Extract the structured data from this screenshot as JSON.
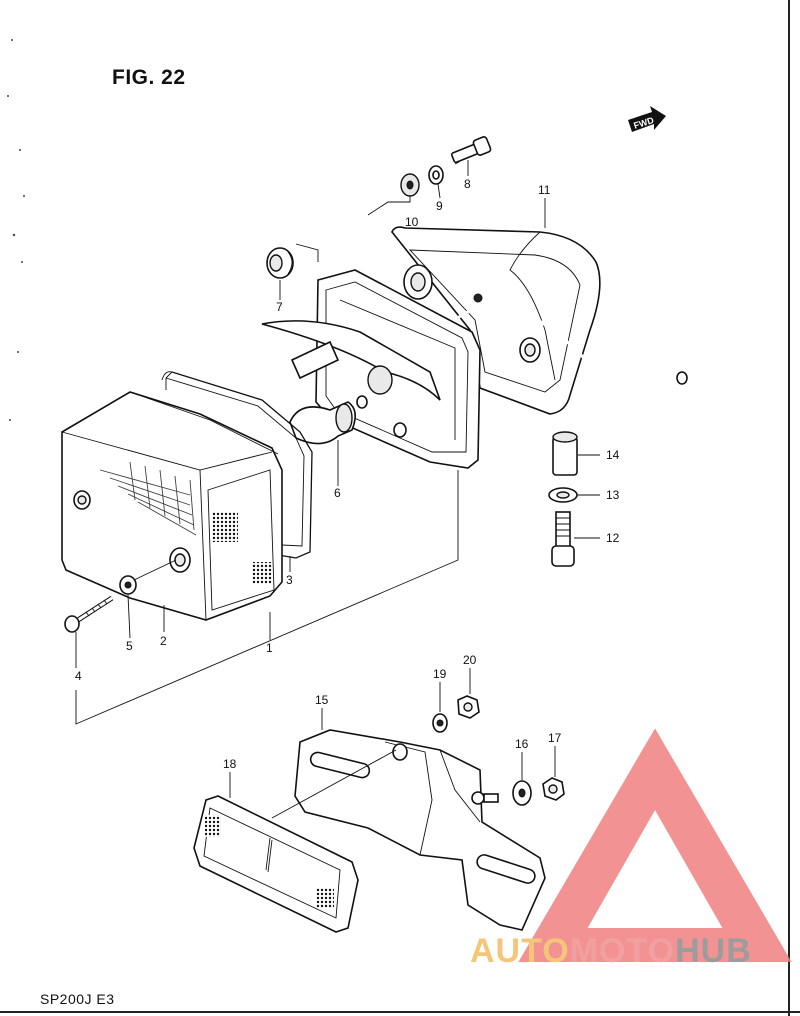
{
  "figure": {
    "title": "FIG. 22",
    "model_code": "SP200J  E3",
    "fwd_label": "FWD"
  },
  "callouts": {
    "c1": "1",
    "c2": "2",
    "c3": "3",
    "c4": "4",
    "c5": "5",
    "c6": "6",
    "c7": "7",
    "c8": "8",
    "c9": "9",
    "c10": "10",
    "c11": "11",
    "c12": "12",
    "c13": "13",
    "c14": "14",
    "c15": "15",
    "c16": "16",
    "c17": "17",
    "c18": "18",
    "c19": "19",
    "c20": "20"
  },
  "watermark": {
    "part1": "AUTO",
    "part2": "MOTO",
    "part3": "HUB",
    "colors": {
      "auto": "#f5c67a",
      "moto": "#f1a0a2",
      "hub": "#9c9c9c",
      "logo": "#f08080"
    }
  }
}
